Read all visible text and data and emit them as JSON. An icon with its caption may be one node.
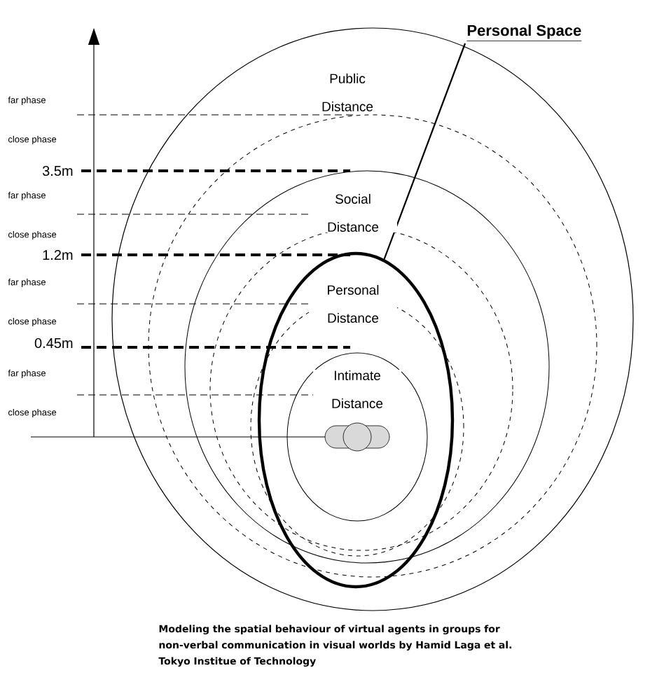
{
  "diagram": {
    "caption": "Modeling the spatial behaviour of virtual agents in groups for non-verbal communication in visual worlds by Hamid Laga et al. Tokyo Institue of Technology",
    "nodes": [
      {
        "text": [
          "Personal Space"
        ]
      },
      {
        "text": [],
        "shape": "ellipse"
      }
    ],
    "edges": [
      {
        "from": 0,
        "to": 1,
        "arrow": "none"
      }
    ],
    "labels": [
      "Public Distance",
      "far phase",
      "close phase",
      "3.5m",
      "far phase",
      "Social Distance",
      "close phase",
      "1.2m",
      "far phase",
      "Personal Distance",
      "close phase",
      "0.45m",
      "far phase",
      "Intimate Distance",
      "close phase"
    ]
  }
}
